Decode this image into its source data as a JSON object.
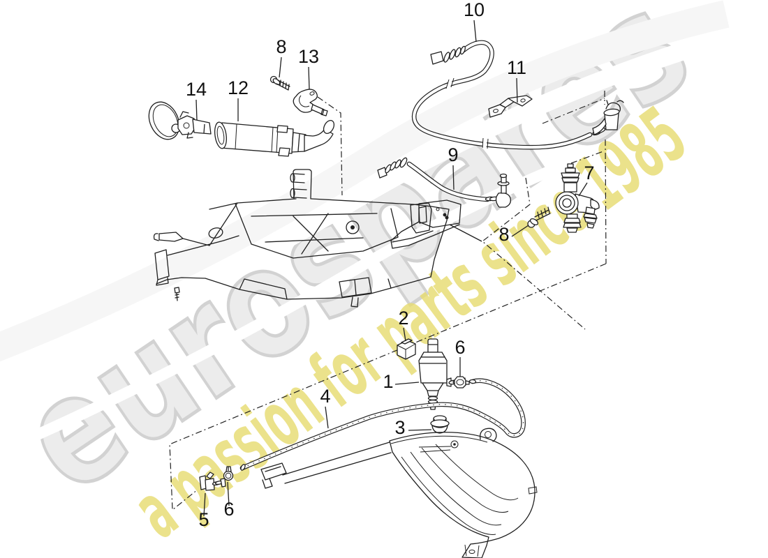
{
  "watermark": {
    "brand": "eurospares",
    "tagline": "a passion for parts since 1985",
    "brand_fill": "#ececec",
    "brand_outline": "#d2d2d2",
    "tagline_color": "#e7dc72"
  },
  "diagram": {
    "line_color": "#1f1f1f",
    "callouts": [
      {
        "label": "10"
      },
      {
        "label": "11"
      },
      {
        "label": "8"
      },
      {
        "label": "13"
      },
      {
        "label": "14"
      },
      {
        "label": "12"
      },
      {
        "label": "9"
      },
      {
        "label": "7"
      },
      {
        "label": "8"
      },
      {
        "label": "2"
      },
      {
        "label": "1"
      },
      {
        "label": "6"
      },
      {
        "label": "4"
      },
      {
        "label": "3"
      },
      {
        "label": "5"
      },
      {
        "label": "6"
      }
    ]
  }
}
